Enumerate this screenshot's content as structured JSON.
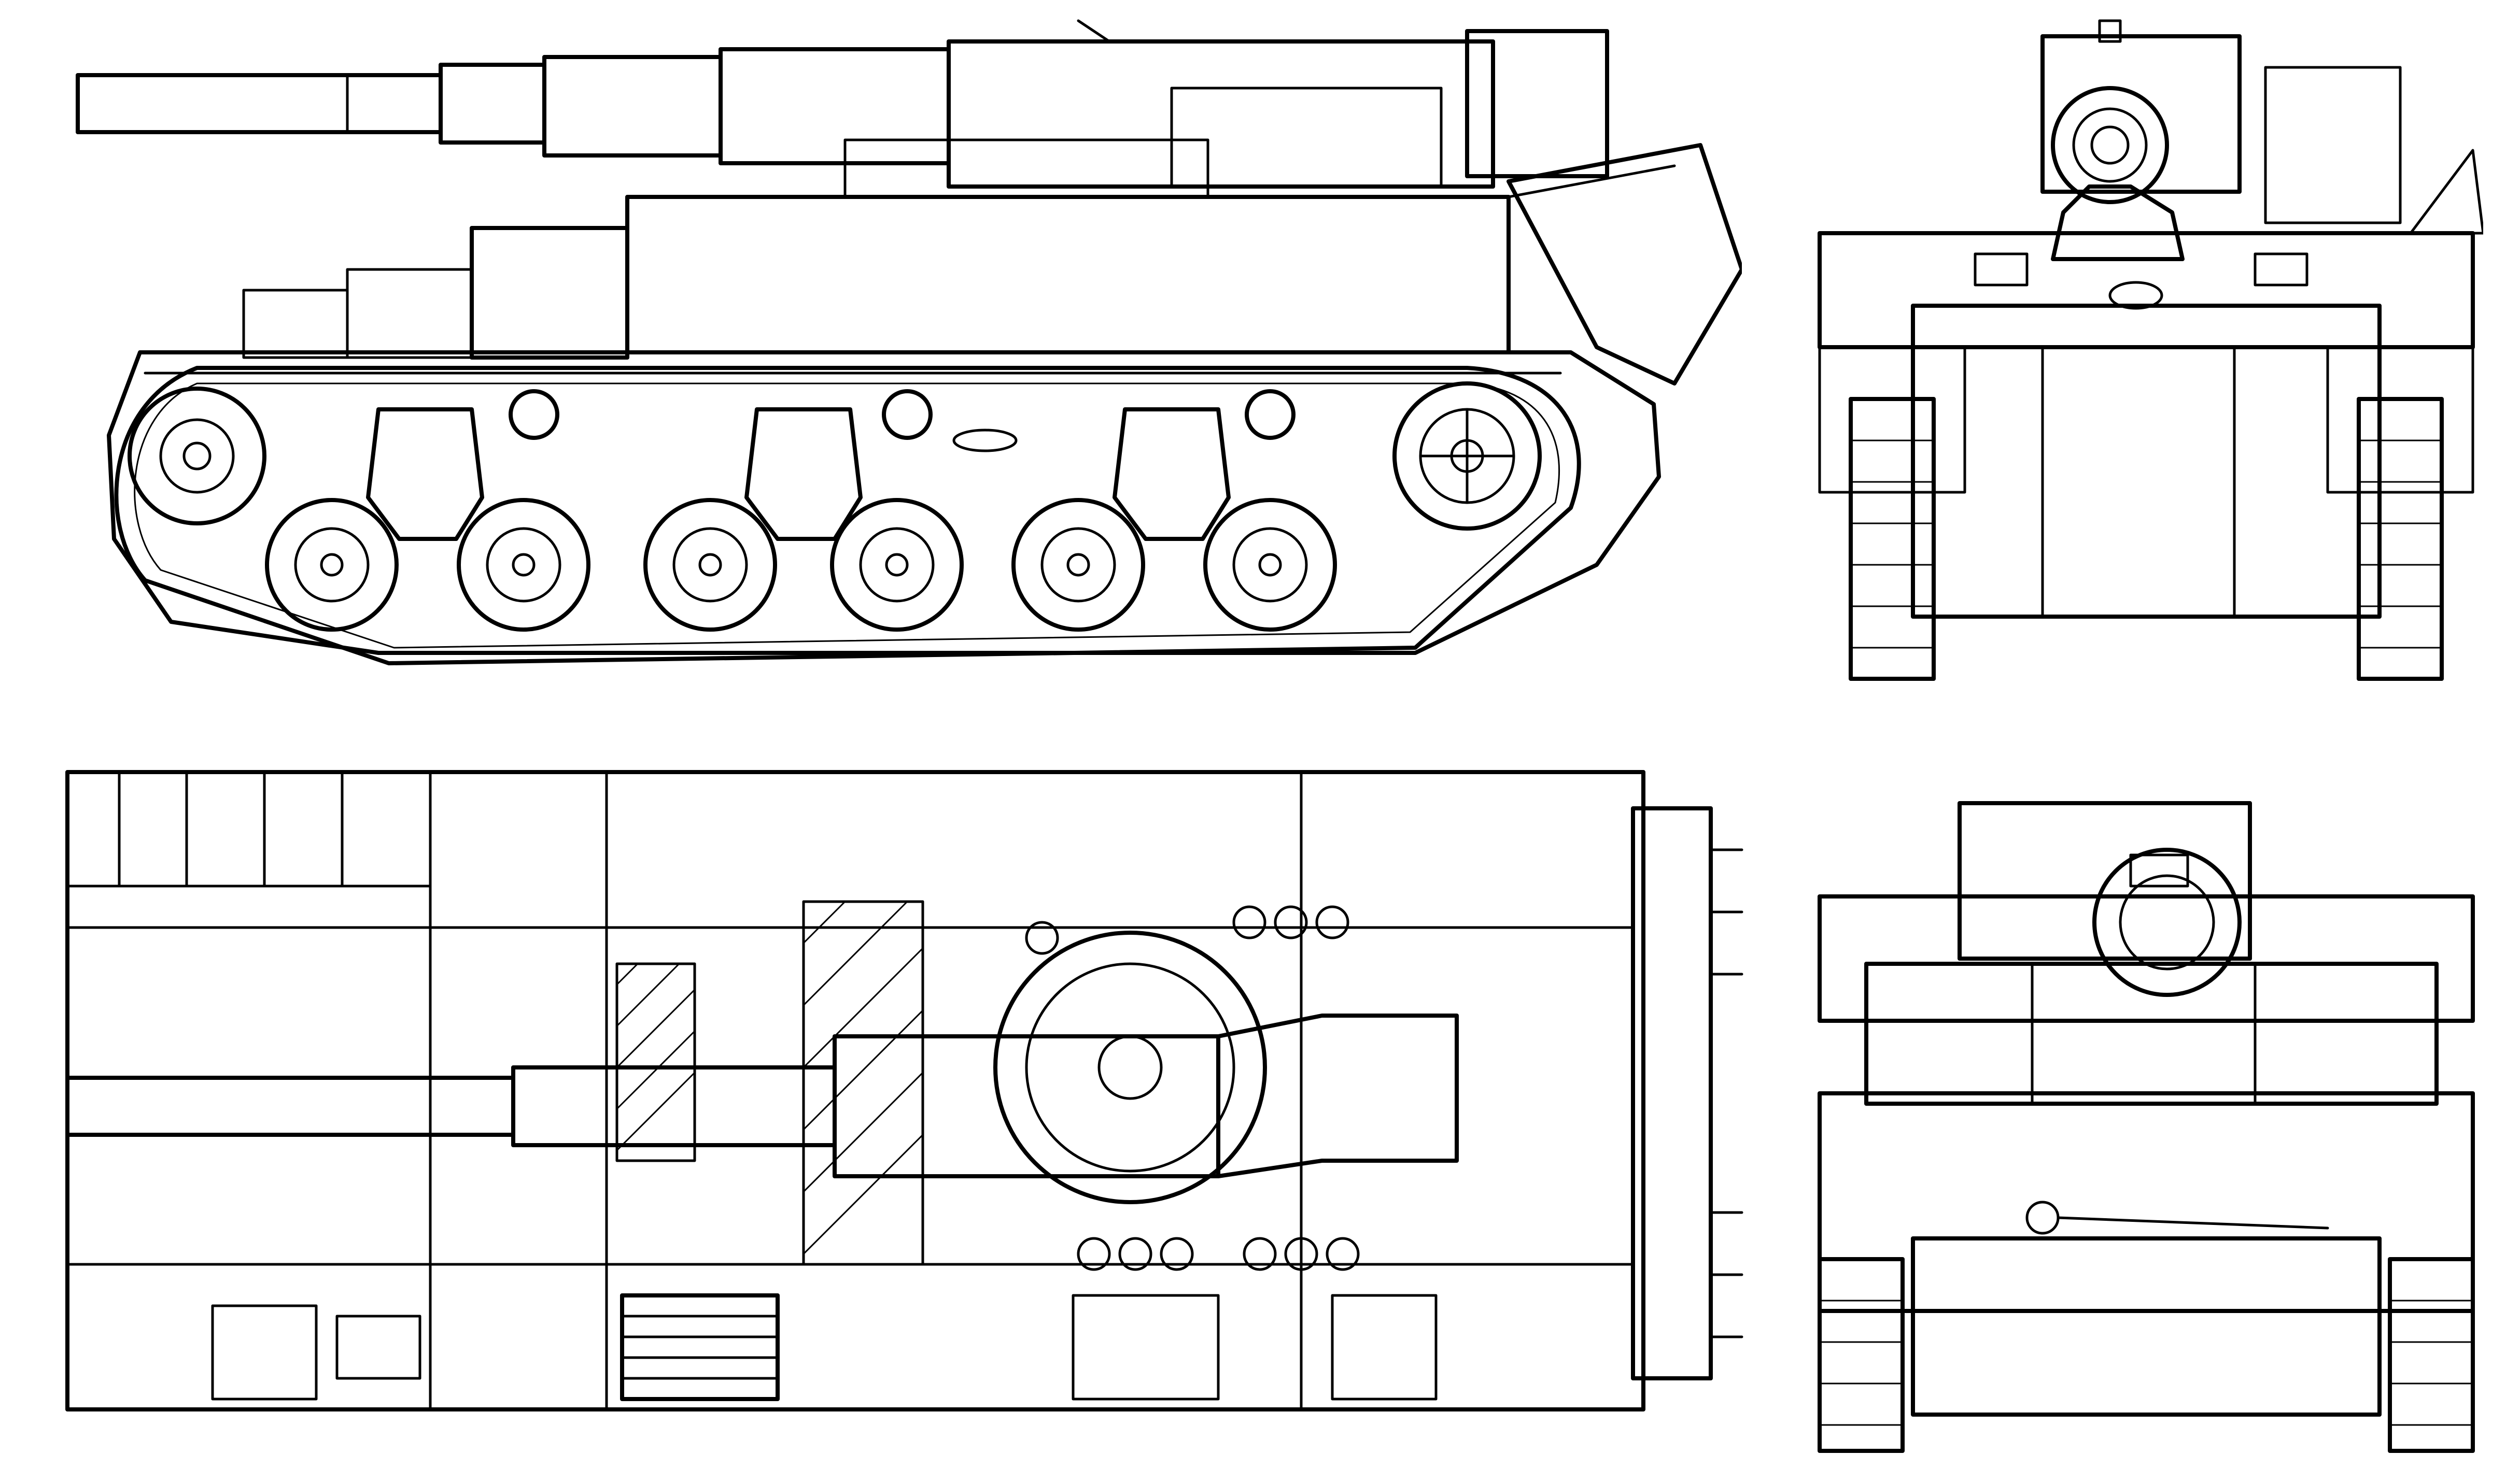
{
  "drawing": {
    "views": [
      {
        "key": "side",
        "name": "side-elevation-view"
      },
      {
        "key": "front",
        "name": "front-elevation-view"
      },
      {
        "key": "top",
        "name": "top-plan-view"
      },
      {
        "key": "rear",
        "name": "rear-elevation-view"
      }
    ],
    "colors": {
      "ink": "#000000",
      "paper": "#ffffff"
    }
  }
}
